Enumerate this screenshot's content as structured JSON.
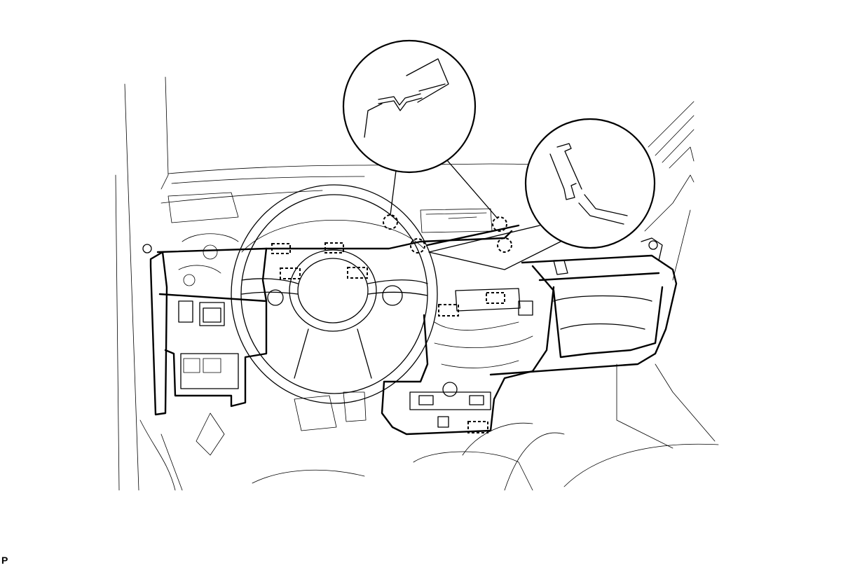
{
  "figure": {
    "corner_label": "P"
  },
  "callouts": [
    {
      "name": "upper-clip-detail"
    },
    {
      "name": "right-claw-detail"
    }
  ],
  "fastener_markers": {
    "clips_dashed_circle": 4,
    "claws_dashed_box": 7
  },
  "colors": {
    "line": "#000000",
    "background": "#ffffff"
  }
}
